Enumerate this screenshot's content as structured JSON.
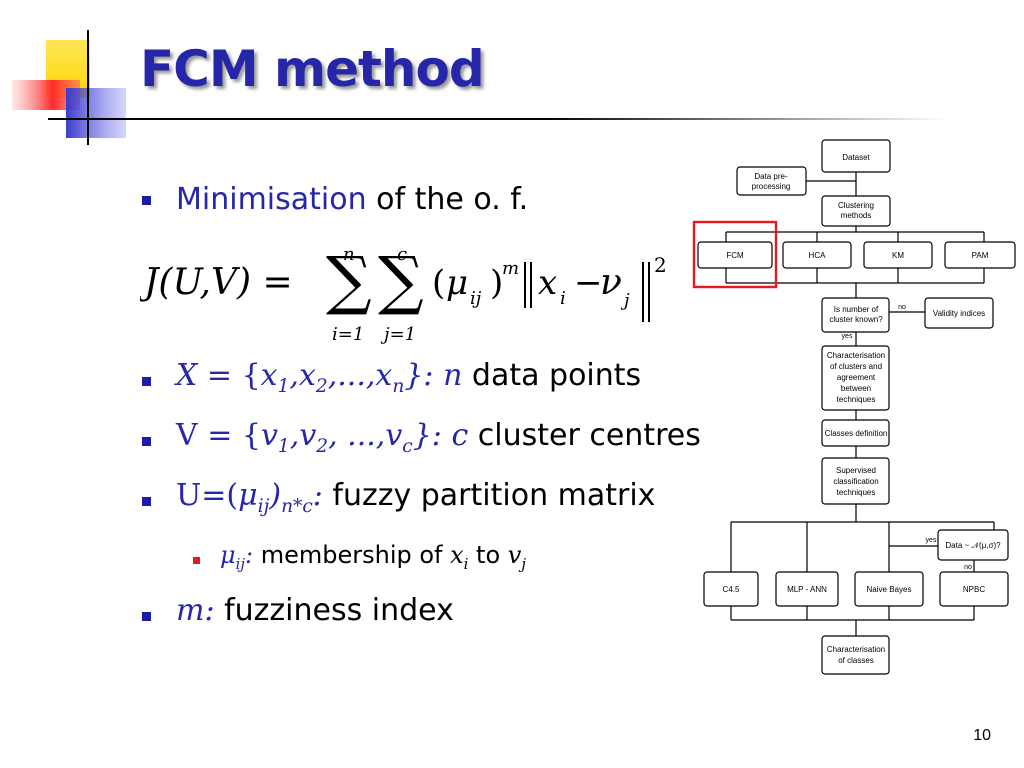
{
  "slide": {
    "title": "FCM method",
    "page_number": "10",
    "bullets": {
      "b1": {
        "highlight": "Minimisation",
        "rest": " of the o. f."
      },
      "b2": {
        "math_x": "X",
        "eq": " = {",
        "x1": "x",
        "s1": "1",
        "comma1": ",",
        "x2": "x",
        "s2": "2",
        "dots": ",...,",
        "xn": "x",
        "sn": "n",
        "close": "}: ",
        "n": "n",
        "rest": " data points"
      },
      "b3": {
        "v": "V",
        "eq": " = {",
        "v1": "v",
        "s1": "1",
        "comma1": ",",
        "v2": "v",
        "s2": "2",
        "dots": ", ...,",
        "vc": "v",
        "sc": "c",
        "close": "}: ",
        "c": "c",
        "rest": " cluster centres"
      },
      "b4": {
        "u": "U=(",
        "mu": "μ",
        "ij": "ij",
        "paren": ")",
        "nc": "n*c",
        "colon": ":",
        "rest": " fuzzy partition matrix"
      },
      "b4_sub": {
        "mu": "μ",
        "ij": "ij",
        "colon": ":",
        "rest": " membership of ",
        "x": "x",
        "i": "i",
        "to": " to ",
        "v": "v",
        "j": "j"
      },
      "b5": {
        "m": "m:",
        "rest": " fuzziness index"
      }
    },
    "formula": {
      "lhs": "J(U,V) =",
      "sum1_top": "n",
      "sum1_bottom": "i=1",
      "sum2_top": "c",
      "sum2_bottom": "j=1",
      "open_paren": "(",
      "mu": "μ",
      "mu_sub": "ij",
      "close_paren": ")",
      "power_m": "m",
      "x": "x",
      "x_sub": "i",
      "minus": "−",
      "nu": "ν",
      "nu_sub": "j",
      "power_2": "2"
    }
  },
  "flowchart": {
    "nodes": {
      "dataset": "Dataset",
      "preprocessing": [
        "Data pre-",
        "processing"
      ],
      "clustering_methods": [
        "Clustering",
        "methods"
      ],
      "fcm": "FCM",
      "hca": "HCA",
      "km": "KM",
      "pam": "PAM",
      "cluster_known": [
        "Is number of",
        "cluster known?"
      ],
      "validity": "Validity indices",
      "characterisation_clusters": [
        "Characterisation",
        "of clusters and",
        "agreement",
        "between",
        "techniques"
      ],
      "classes_definition": "Classes definition",
      "supervised": [
        "Supervised",
        "classification",
        "techniques"
      ],
      "data_dist": "Data ~ 𝒩(μ,σ)?",
      "c45": "C4.5",
      "mlp": "MLP - ANN",
      "naive": "Naive Bayes",
      "npbc": "NPBC",
      "characterisation_classes": [
        "Characterisation",
        "of classes"
      ]
    },
    "edge_labels": {
      "no_validity": "no",
      "yes_char": "yes",
      "yes_data": "yes",
      "no_npbc": "no"
    },
    "highlight_color": "#e8191c"
  },
  "colors": {
    "title": "#2626a8",
    "bullet": "#1c1ca8",
    "accent_text": "#2626a8"
  }
}
